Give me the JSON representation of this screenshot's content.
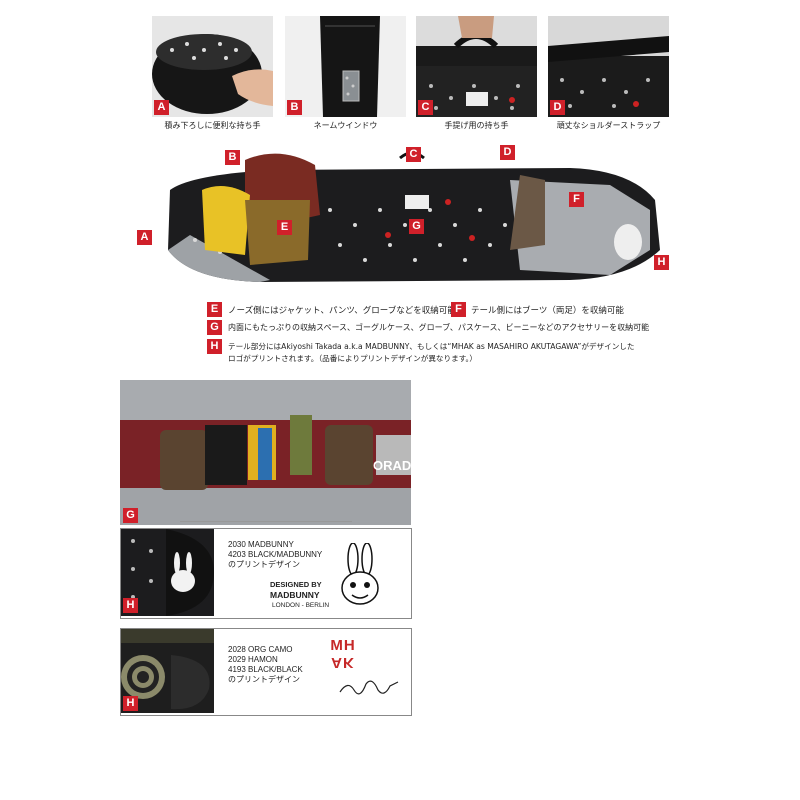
{
  "top_photos": [
    {
      "tag": "A",
      "caption": "積み下ろしに便利な持ち手"
    },
    {
      "tag": "B",
      "caption": "ネームウインドウ"
    },
    {
      "tag": "C",
      "caption": "手提げ用の持ち手"
    },
    {
      "tag": "D",
      "caption": "頑丈なショルダーストラップ"
    }
  ],
  "main_photo_tags": [
    "A",
    "B",
    "C",
    "D",
    "E",
    "F",
    "G",
    "H"
  ],
  "descriptions": {
    "E": "ノーズ側にはジャケット、パンツ、グローブなどを収納可能",
    "F": "テール側にはブーツ（両足）を収納可能",
    "G": "内面にもたっぷりの収納スペース、ゴーグルケース、グローブ、パスケース、ビーニーなどのアクセサリーを収納可能",
    "H_line1": "テール部分にはAkiyoshi Takada a.k.a MADBUNNY、もしくは“MHAK as MASAHIRO AKUTAGAWA”がデザインした",
    "H_line2": "ロゴがプリントされます。（品番によりプリントデザインが異なります。）"
  },
  "interior": {
    "tag": "G",
    "board_text": "ORAD"
  },
  "madbunny": {
    "tag": "H",
    "lines": [
      "2030 MADBUNNY",
      "4203 BLACK/MADBUNNY",
      "のプリントデザイン"
    ],
    "logo_l1": "DESIGNED BY",
    "logo_l2": "MADBUNNY",
    "logo_l3": "LONDON - BERLIN"
  },
  "mhak": {
    "tag": "H",
    "lines": [
      "2028 ORG CAMO",
      "2029 HAMON",
      "4193 BLACK/BLACK",
      "のプリントデザイン"
    ],
    "logo_top": "MH",
    "logo_bottom": "AK"
  },
  "colors": {
    "tag_red": "#d0202a",
    "bag_black": "#1c1c1e",
    "lining_silver": "#a9acb0",
    "hood_red": "#7a2b22"
  }
}
